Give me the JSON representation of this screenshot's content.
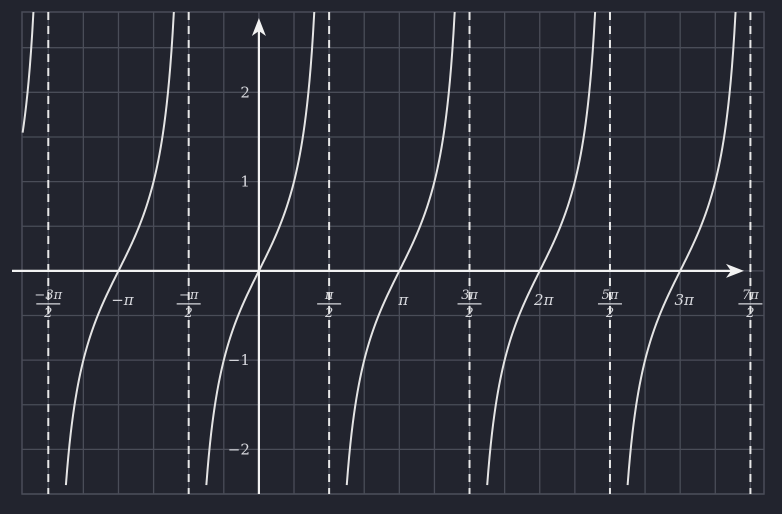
{
  "chart_data": {
    "type": "line",
    "function": "tan(x)",
    "xlim": [
      -5.3,
      11.3
    ],
    "ylim": [
      -2.5,
      2.9
    ],
    "grid": true,
    "series": [
      {
        "values": "tan(x)",
        "branch_range": [
          -2.4,
          2.9
        ]
      }
    ],
    "asymptotes_x": [
      -4.712,
      -1.571,
      1.571,
      4.712,
      7.854,
      10.996
    ],
    "x_ticks": [
      {
        "value": -4.712,
        "num": "−3π",
        "den": "2"
      },
      {
        "value": -3.142,
        "text": "−π"
      },
      {
        "value": -1.571,
        "num": "−π",
        "den": "2"
      },
      {
        "value": 1.571,
        "num": "π",
        "den": "2"
      },
      {
        "value": 3.142,
        "text": "π"
      },
      {
        "value": 4.712,
        "num": "3π",
        "den": "2"
      },
      {
        "value": 6.283,
        "text": "2π"
      },
      {
        "value": 7.854,
        "num": "5π",
        "den": "2"
      },
      {
        "value": 9.425,
        "text": "3π"
      },
      {
        "value": 10.996,
        "num": "7π",
        "den": "2"
      }
    ],
    "y_ticks": [
      {
        "value": 2,
        "text": "2"
      },
      {
        "value": 1,
        "text": "1"
      },
      {
        "value": -1,
        "text": "−1"
      },
      {
        "value": -2,
        "text": "−2"
      }
    ],
    "colors": {
      "background": "#22242e",
      "grid": "#4a4d58",
      "axis": "#f2f2f2",
      "curve": "#e4e4e4",
      "asymptote": "#e8e8e8"
    }
  }
}
